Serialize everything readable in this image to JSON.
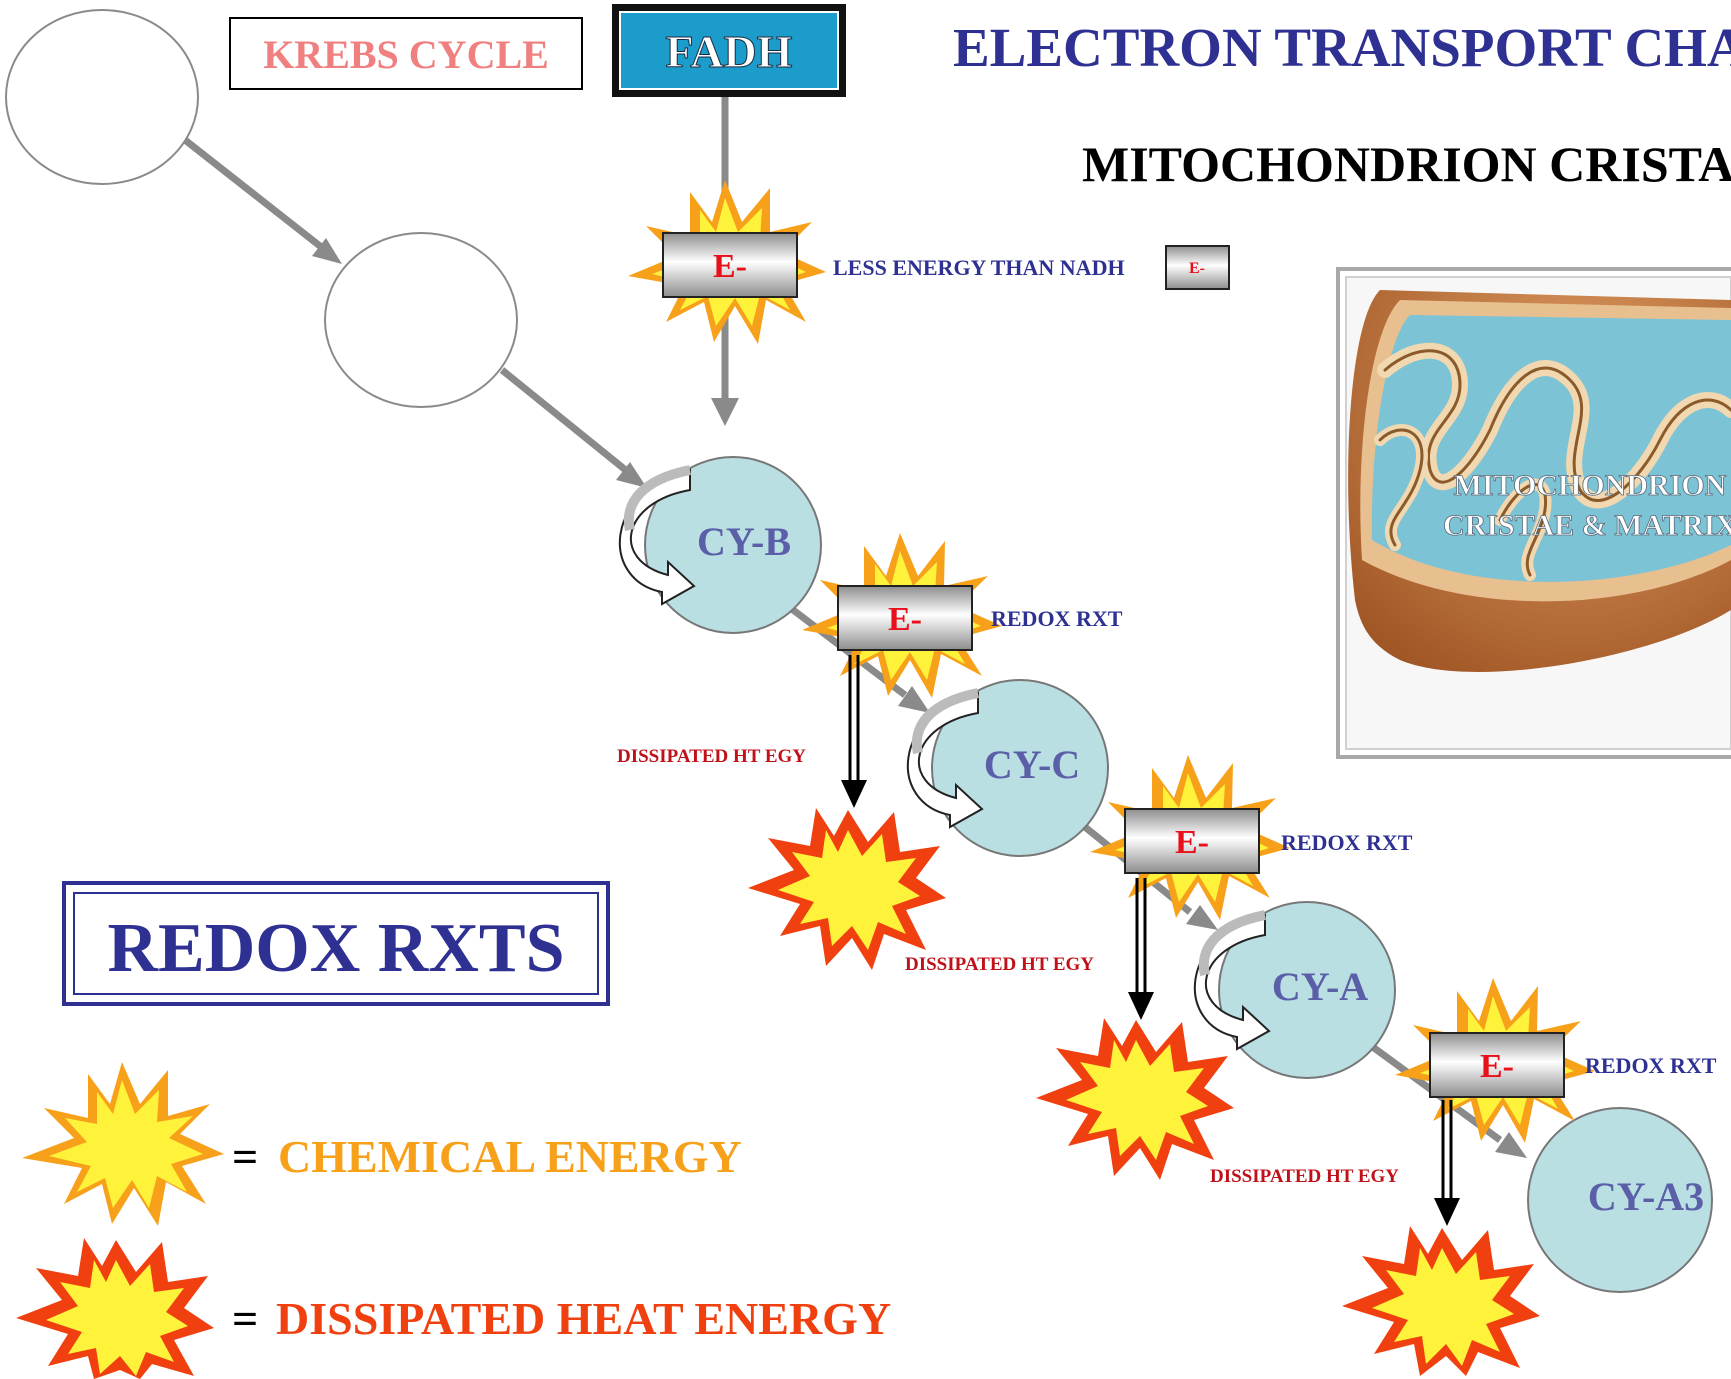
{
  "header": {
    "title": "ELECTRON TRANSPORT CHAIN",
    "subtitle": "MITOCHONDRION CRISTAE"
  },
  "krebs_label": "KREBS CYCLE",
  "fadh_label": "FADH",
  "electron_label": "E-",
  "less_energy_note": "LESS ENERGY THAN NADH",
  "redox_label": "REDOX RXT",
  "dissipated_label": "DISSIPATED HT EGY",
  "cytochromes": [
    "CY-B",
    "CY-C",
    "CY-A",
    "CY-A3"
  ],
  "photo_caption": [
    "MITOCHONDRION",
    "CRISTAE & MATRIX"
  ],
  "redox_title": "REDOX RXTS",
  "legend": {
    "equals": "=",
    "chemical": "CHEMICAL ENERGY",
    "heat": "DISSIPATED HEAT ENERGY"
  },
  "colors": {
    "title_blue": "#2E3192",
    "krebs_pink": "#F08080",
    "fadh_box": "#1B9CCB",
    "electron_red": "#E8101A",
    "dark_red": "#C0101A",
    "chemical_orange": "#F7A11A",
    "heat_red": "#F04010",
    "cyto_fill": "#B9DFE3"
  }
}
